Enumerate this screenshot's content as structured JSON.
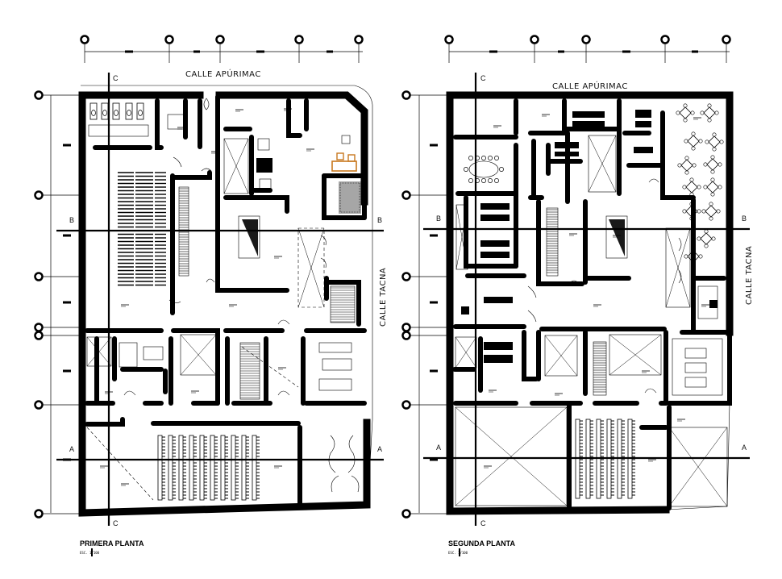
{
  "plans": [
    {
      "id": "primera",
      "title": "PRIMERA PLANTA",
      "scale": "ESC. 1/100",
      "streets": {
        "top": "CALLE APÚRIMAC",
        "side": "CALLE TACNA"
      },
      "cuts": {
        "c_top": "C",
        "c_bottom": "C",
        "b_left": "B",
        "b_right": "B",
        "a_left": "A",
        "a_right": "A"
      }
    },
    {
      "id": "segunda",
      "title": "SEGUNDA PLANTA",
      "scale": "ESC. 1/100",
      "streets": {
        "top": "CALLE APÚRIMAC",
        "side": "CALLE TACNA"
      },
      "cuts": {
        "c_top": "C",
        "c_bottom": "C",
        "b_left": "B",
        "b_right": "B",
        "a_left": "A",
        "a_right": "A"
      }
    }
  ],
  "colors": {
    "ink": "#000000",
    "furniture_highlight": "#c8781e",
    "paper": "#ffffff"
  },
  "icons": [
    "grid-axis-bubble-icon",
    "stair-icon",
    "door-swing-icon",
    "void-cross-icon",
    "seat-row-icon",
    "table-chairs-icon"
  ]
}
